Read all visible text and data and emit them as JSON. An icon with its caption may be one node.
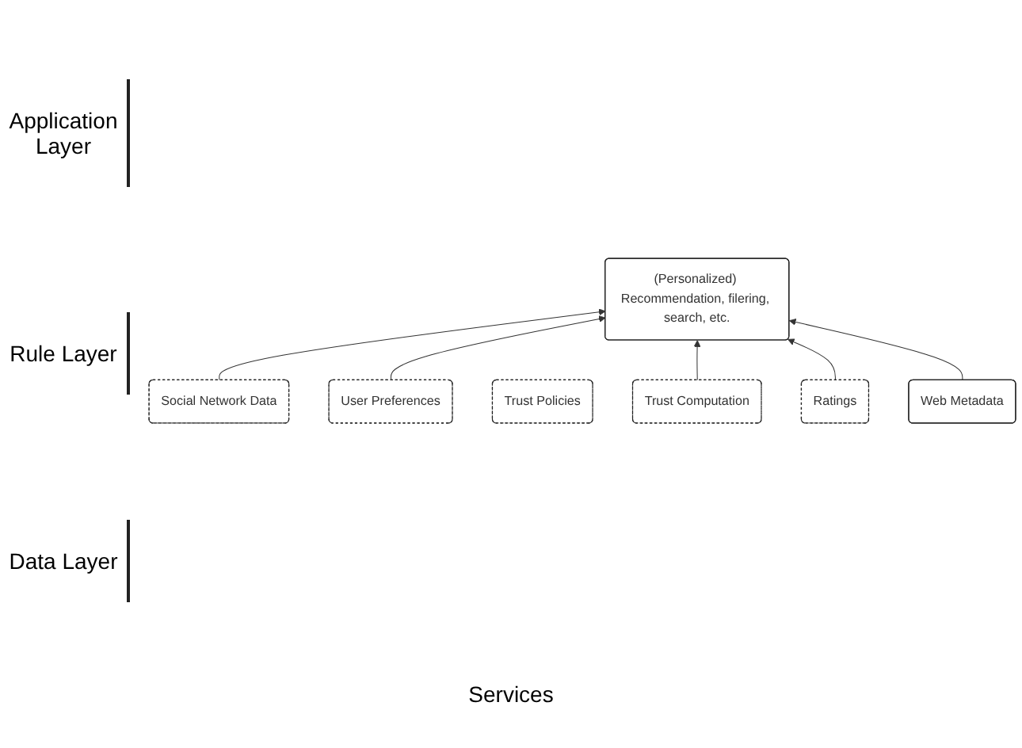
{
  "diagram": {
    "nodes": [
      {
        "text": [
          "(Personalized) Recommendation, filering, search, etc."
        ]
      },
      {
        "text": [
          "User Preferences"
        ]
      },
      {
        "text": [
          "Trust Computation"
        ]
      },
      {
        "text": [
          "Trust Policies"
        ]
      },
      {
        "text": [
          "Social Network Data"
        ]
      },
      {
        "text": [
          "Ratings"
        ]
      },
      {
        "text": [
          "Web Metadata"
        ]
      }
    ],
    "edges": [
      {
        "from": 4,
        "to": 0,
        "arrow": "to"
      },
      {
        "from": 1,
        "to": 0,
        "arrow": "to"
      },
      {
        "from": 2,
        "to": 0,
        "arrow": "to"
      },
      {
        "from": 5,
        "to": 0,
        "arrow": "to"
      },
      {
        "from": 6,
        "to": 0,
        "arrow": "to"
      }
    ],
    "labels": [
      "Application Layer",
      "Rule Layer",
      "Data Layer",
      "Services"
    ]
  }
}
